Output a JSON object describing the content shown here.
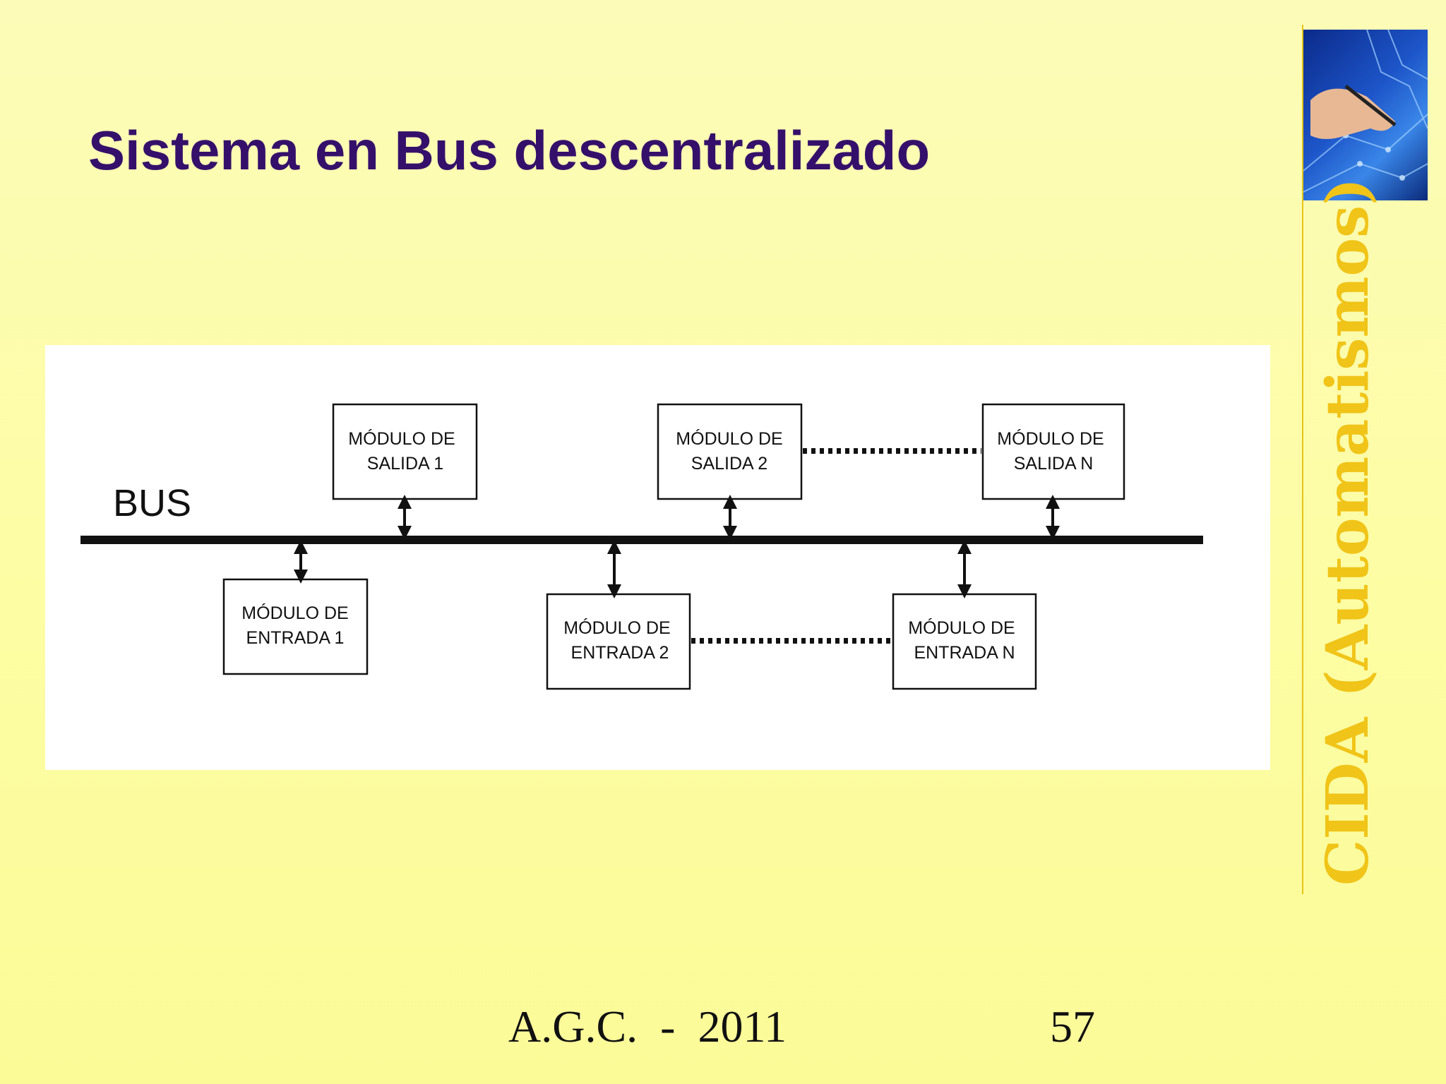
{
  "slide": {
    "title": "Sistema en Bus descentralizado",
    "side_banner": "CIDA (Automatismos)",
    "footer_left": "A.G.C.  -  2011",
    "page_number": "57"
  },
  "diagram": {
    "bus_label": "BUS",
    "output_modules": [
      {
        "line1": "MÓDULO DE",
        "line2": "SALIDA 1"
      },
      {
        "line1": "MÓDULO DE",
        "line2": "SALIDA  2"
      },
      {
        "line1": "MÓDULO DE",
        "line2": "SALIDA  N"
      }
    ],
    "input_modules": [
      {
        "line1": "MÓDULO DE",
        "line2": "ENTRADA 1"
      },
      {
        "line1": "MÓDULO DE",
        "line2": "ENTRADA  2"
      },
      {
        "line1": "MÓDULO DE",
        "line2": "ENTRADA  N"
      }
    ]
  },
  "colors": {
    "title": "#35106b",
    "side_banner": "#f0c418",
    "background": "#fdfda4"
  },
  "icons": {
    "logo": "hand-with-pen-circuit-logo"
  }
}
